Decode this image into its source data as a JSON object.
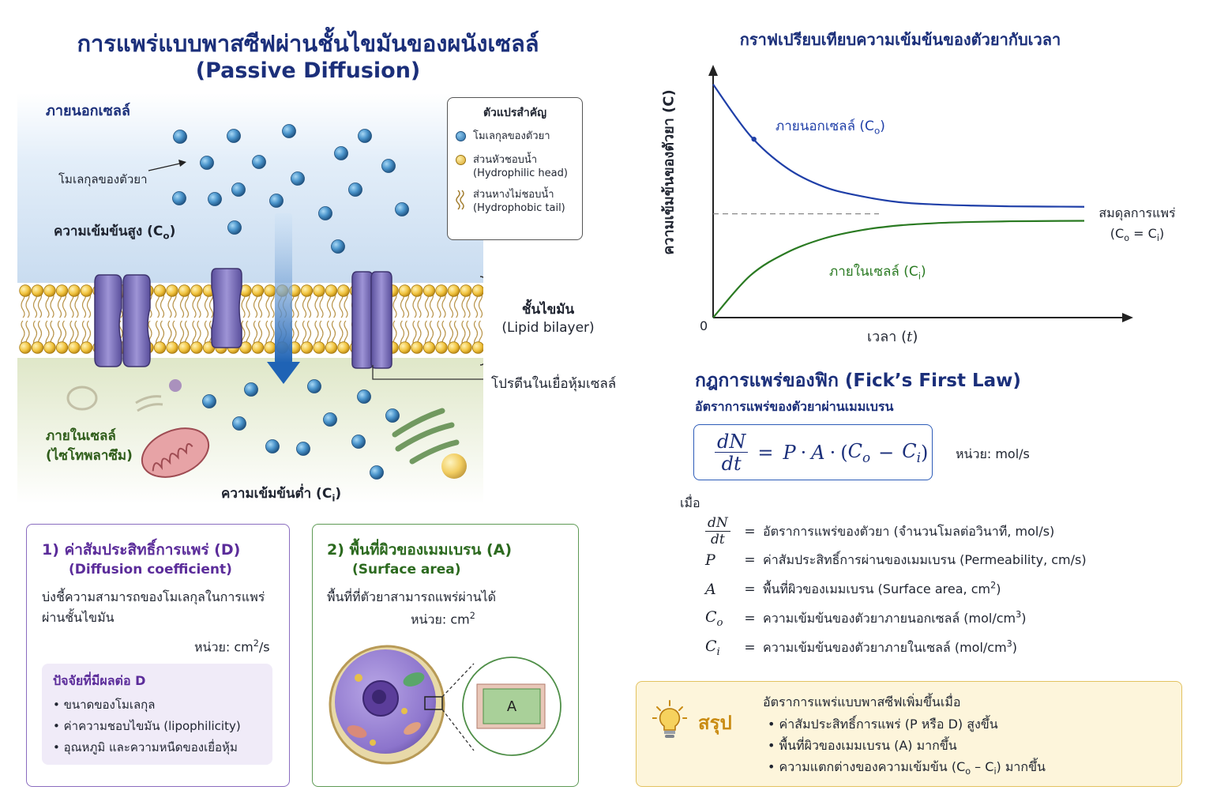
{
  "title": {
    "main": "การแพร่แบบพาสซีฟผ่านชั้นไขมันของผนังเซลล์",
    "sub": "(Passive Diffusion)"
  },
  "diagram": {
    "outside_label": "ภายนอกเซลล์",
    "molecule_label": "โมเลกุลของตัวยา",
    "high_conc": "ความเข้มข้นสูง (C",
    "high_conc_sub": "o",
    "inside_label_1": "ภายในเซลล์",
    "inside_label_2": "(ไซโทพลาซึม)",
    "low_conc": "ความเข้มข้นต่ำ (C",
    "low_conc_sub": "i",
    "bilayer_th": "ชั้นไขมัน",
    "bilayer_en": "(Lipid bilayer)",
    "protein_label": "โปรตีนในเยื่อหุ้มเซลล์"
  },
  "legend": {
    "title": "ตัวแปรสำคัญ",
    "items": [
      {
        "icon": "blue-dot",
        "text": "โมเลกุลของตัวยา"
      },
      {
        "icon": "yellow-dot",
        "text": "ส่วนหัวชอบน้ำ",
        "text2": "(Hydrophilic head)"
      },
      {
        "icon": "wavy-tail",
        "text": "ส่วนหางไม่ชอบน้ำ",
        "text2": "(Hydrophobic tail)"
      }
    ]
  },
  "box1": {
    "heading": "1)  ค่าสัมประสิทธิ์การแพร่ (D)",
    "heading_en": "(Diffusion coefficient)",
    "desc_1": "บ่งชี้ความสามารถของโมเลกุลในการแพร่",
    "desc_2": "ผ่านชั้นไขมัน",
    "unit": "หน่วย: cm",
    "unit_sup": "2",
    "unit_tail": "/s",
    "factors_title": "ปัจจัยที่มีผลต่อ D",
    "factors": [
      "ขนาดของโมเลกุล",
      "ค่าความชอบไขมัน (lipophilicity)",
      "อุณหภูมิ และความหนืดของเยื่อหุ้ม"
    ]
  },
  "box2": {
    "heading": "2)  พื้นที่ผิวของเมมเบรน (A)",
    "heading_en": "(Surface area)",
    "desc": "พื้นที่ที่ตัวยาสามารถแพร่ผ่านได้",
    "unit": "หน่วย: cm",
    "unit_sup": "2",
    "zoom_label": "A"
  },
  "graph": {
    "title": "กราฟเปรียบเทียบความเข้มข้นของตัวยากับเวลา",
    "ylabel": "ความเข้มข้นของตัวยา (C)",
    "xlabel": "เวลา (",
    "xlabel_var": "t",
    "xlabel_tail": ")",
    "origin": "0",
    "outside_curve": "ภายนอกเซลล์ (C",
    "outside_sub": "o",
    "inside_curve": "ภายในเซลล์ (C",
    "inside_sub": "i",
    "equilibrium_1": "สมดุลการแพร่",
    "equilibrium_2": "(C",
    "equilibrium_sub1": "o",
    "equilibrium_mid": " = C",
    "equilibrium_sub2": "i"
  },
  "chart_data": {
    "type": "line",
    "x": [
      0,
      1,
      2,
      3,
      4,
      5,
      6,
      7,
      8,
      9,
      10
    ],
    "series": [
      {
        "name": "ภายนอกเซลล์ (Co)",
        "values": [
          1.0,
          0.78,
          0.64,
          0.56,
          0.52,
          0.495,
          0.485,
          0.48,
          0.477,
          0.476,
          0.475
        ],
        "color": "#1f3fa8"
      },
      {
        "name": "ภายในเซลล์ (Ci)",
        "values": [
          0.0,
          0.18,
          0.28,
          0.34,
          0.375,
          0.395,
          0.405,
          0.41,
          0.413,
          0.414,
          0.415
        ],
        "color": "#2a7a22"
      }
    ],
    "equilibrium": 0.445,
    "xlabel": "เวลา (t)",
    "ylabel": "ความเข้มข้นของตัวยา (C)",
    "ylim": [
      0,
      1.05
    ],
    "xlim": [
      0,
      10
    ]
  },
  "fick": {
    "title": "กฎการแพร่ของฟิก (Fick’s First Law)",
    "subtitle": "อัตราการแพร่ของตัวยาผ่านเมมเบรน",
    "unit": "หน่วย: mol/s",
    "when": "เมื่อ",
    "definitions": [
      {
        "sym": "dN/dt",
        "text": "อัตราการแพร่ของตัวยา (จำนวนโมลต่อวินาที, mol/s)"
      },
      {
        "sym": "P",
        "text": "ค่าสัมประสิทธิ์การผ่านของเมมเบรน (Permeability, cm/s)"
      },
      {
        "sym": "A",
        "text": "พื้นที่ผิวของเมมเบรน (Surface area, cm",
        "sup": "2",
        "tail": ")"
      },
      {
        "sym": "C",
        "sub": "o",
        "text": "ความเข้มข้นของตัวยาภายนอกเซลล์ (mol/cm",
        "sup": "3",
        "tail": ")"
      },
      {
        "sym": "C",
        "sub": "i",
        "text": "ความเข้มข้นของตัวยาภายในเซลล์ (mol/cm",
        "sup": "3",
        "tail": ")"
      }
    ]
  },
  "summary": {
    "title": "สรุป",
    "intro": "อัตราการแพร่แบบพาสซีฟเพิ่มขึ้นเมื่อ",
    "items": [
      "ค่าสัมประสิทธิ์การแพร่ (P หรือ D) สูงขึ้น",
      "พื้นที่ผิวของเมมเบรน (A) มากขึ้น"
    ],
    "item3_a": "ความแตกต่างของความเข้มข้น (C",
    "item3_sub1": "o",
    "item3_mid": " – C",
    "item3_sub2": "i",
    "item3_b": ") มากขึ้น"
  },
  "colors": {
    "navy": "#1b2f7a",
    "purple": "#5b2c9a",
    "green": "#2c6a1f",
    "blue_curve": "#1f3fa8",
    "green_curve": "#2a7a22",
    "amber": "#c98b12"
  }
}
